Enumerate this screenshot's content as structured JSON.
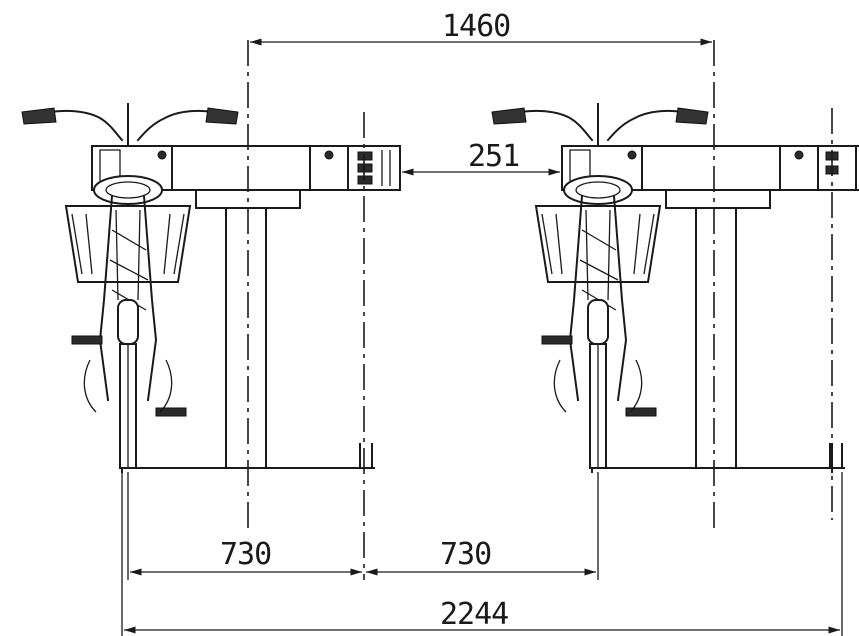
{
  "dimensions": {
    "top_span": "1460",
    "gap": "251",
    "left_half": "730",
    "right_half": "730",
    "overall": "2244"
  }
}
